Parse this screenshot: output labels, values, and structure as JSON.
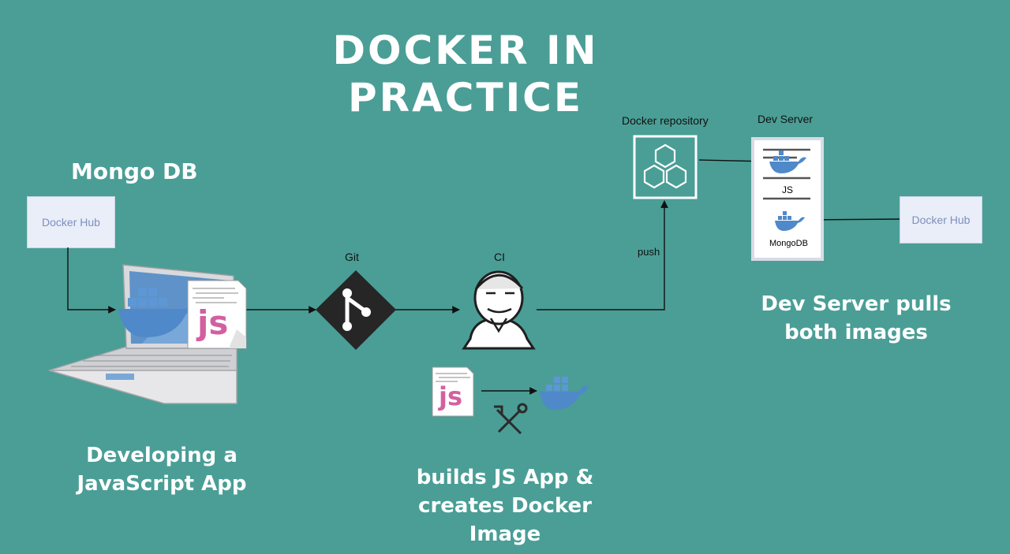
{
  "title": "DOCKER IN PRACTICE",
  "labels": {
    "mongo_db": "Mongo DB",
    "docker_hub_left": "Docker Hub",
    "docker_hub_right": "Docker Hub",
    "git": "Git",
    "ci": "CI",
    "push": "push",
    "docker_repository": "Docker repository",
    "dev_server": "Dev Server",
    "server_js": "JS",
    "server_mongodb": "MongoDB",
    "file_js": "js",
    "build_file_js": "js"
  },
  "captions": {
    "developing": "Developing a JavaScript App",
    "builds": "builds JS App & creates Docker Image",
    "dev_server_pulls": "Dev Server pulls both images"
  },
  "colors": {
    "background": "#4a9e96",
    "docker_blue": "#4f89c9",
    "js_pink": "#d45fa0",
    "dark_icon": "#2b2b2b"
  },
  "icons": [
    "laptop-icon",
    "docker-whale-icon",
    "js-file-icon",
    "git-icon",
    "jenkins-icon",
    "repository-cubes-icon",
    "server-document-icon",
    "build-tools-icon"
  ]
}
